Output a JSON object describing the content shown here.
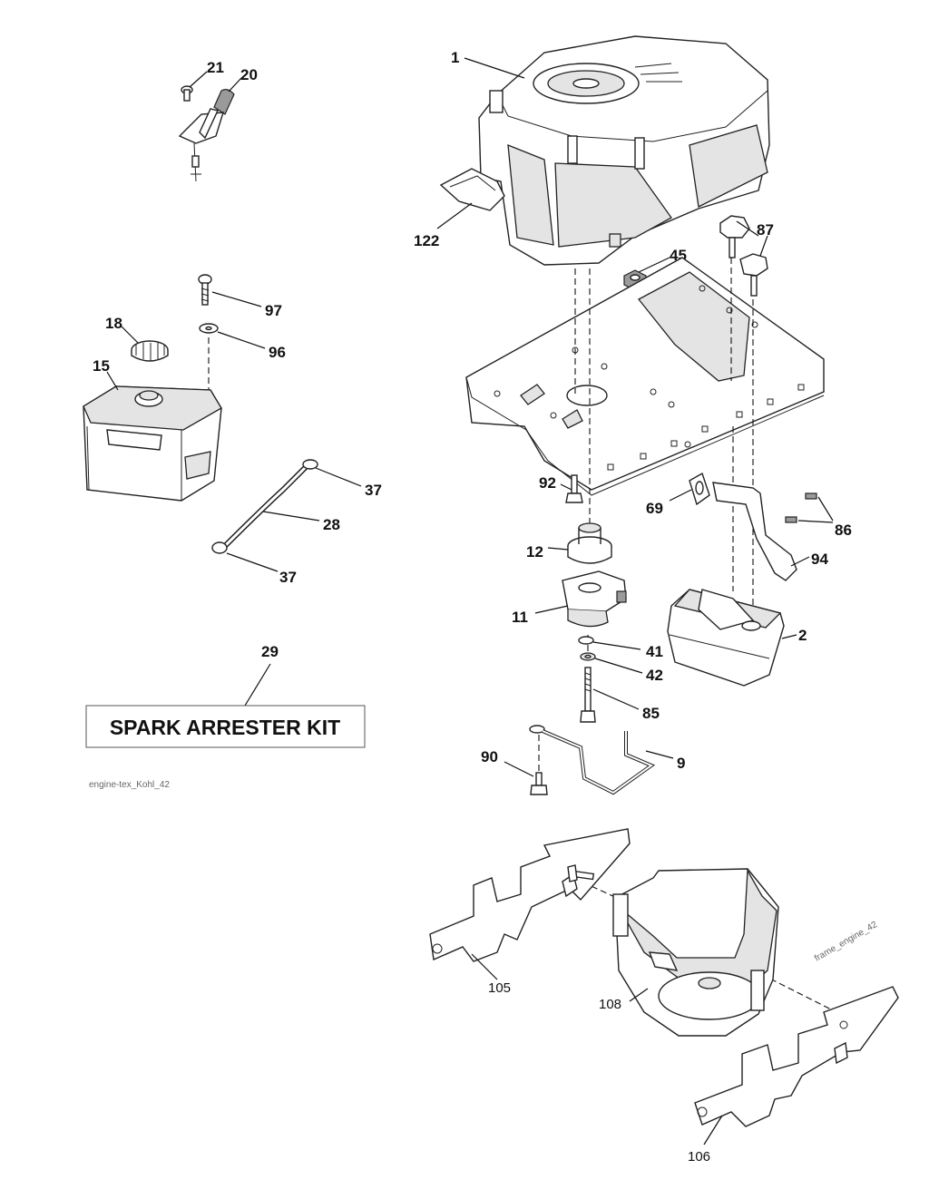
{
  "diagram": {
    "kit_box_label": "SPARK ARRESTER KIT",
    "source_caption": "engine-tex_Kohl_42",
    "frame_stamp": "frame_engine_42",
    "callouts": {
      "p1": "1",
      "p2": "2",
      "p9": "9",
      "p11": "11",
      "p12": "12",
      "p15": "15",
      "p18": "18",
      "p20": "20",
      "p21": "21",
      "p28": "28",
      "p29": "29",
      "p37a": "37",
      "p37b": "37",
      "p41": "41",
      "p42": "42",
      "p45": "45",
      "p69": "69",
      "p85": "85",
      "p86": "86",
      "p87": "87",
      "p90": "90",
      "p92": "92",
      "p94": "94",
      "p96": "96",
      "p97": "97",
      "p105": "105",
      "p106": "106",
      "p108": "108",
      "p122": "122"
    }
  }
}
